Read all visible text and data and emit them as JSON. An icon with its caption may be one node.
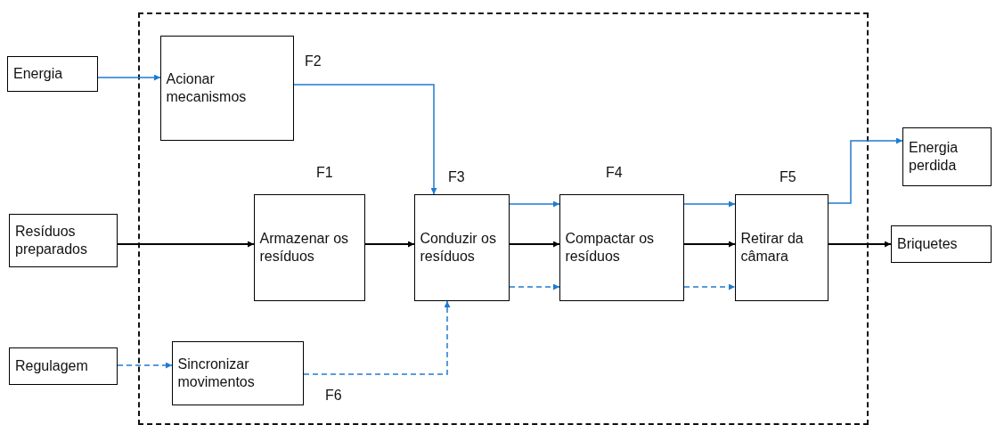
{
  "diagram": {
    "nodes": [
      {
        "text": [],
        "shape": "box"
      },
      {
        "text": [
          "Energia"
        ]
      },
      {
        "text": [
          "Acionar mecanismos"
        ],
        "beside": [
          "F2"
        ],
        "in": 0
      },
      {
        "text": [
          "Resíduos preparados"
        ]
      },
      {
        "text": [
          "Armazenar os resíduos"
        ],
        "beside": [
          "F1"
        ],
        "in": 0
      },
      {
        "text": [
          "Conduzir os resíduos"
        ],
        "beside": [
          "F3"
        ],
        "in": 0
      },
      {
        "text": [
          "Compactar os resíduos"
        ],
        "beside": [
          "F4"
        ],
        "in": 0
      },
      {
        "text": [
          "Retirar da câmara"
        ],
        "beside": [
          "F5"
        ],
        "in": 0
      },
      {
        "text": [
          "Energia perdida"
        ]
      },
      {
        "text": [
          "Briquetes"
        ]
      },
      {
        "text": [
          "Regulagem"
        ]
      },
      {
        "text": [
          "Sincronizar movimentos"
        ],
        "beside": [
          "F6"
        ],
        "in": 0
      }
    ],
    "edges": [
      {
        "from": 1,
        "to": 2,
        "arrow": "to"
      },
      {
        "from": 2,
        "to": 5,
        "arrow": "to"
      },
      {
        "from": 3,
        "to": 4,
        "arrow": "to",
        "color": "#000000"
      },
      {
        "from": 4,
        "to": 5,
        "arrow": "to",
        "color": "#000000"
      },
      {
        "from": 5,
        "to": 6,
        "arrow": "to"
      },
      {
        "from": 5,
        "to": 6,
        "arrow": "to",
        "color": "#000000"
      },
      {
        "from": 5,
        "to": 6,
        "arrow": "to",
        "style": "dashed"
      },
      {
        "from": 6,
        "to": 7,
        "arrow": "to"
      },
      {
        "from": 6,
        "to": 7,
        "arrow": "to",
        "color": "#000000"
      },
      {
        "from": 6,
        "to": 7,
        "arrow": "to",
        "style": "dashed"
      },
      {
        "from": 7,
        "to": 8,
        "arrow": "to"
      },
      {
        "from": 7,
        "to": 9,
        "arrow": "to",
        "color": "#000000"
      },
      {
        "from": 10,
        "to": 11,
        "arrow": "to",
        "style": "dashed"
      },
      {
        "from": 11,
        "to": 5,
        "arrow": "to",
        "style": "dashed"
      }
    ]
  }
}
